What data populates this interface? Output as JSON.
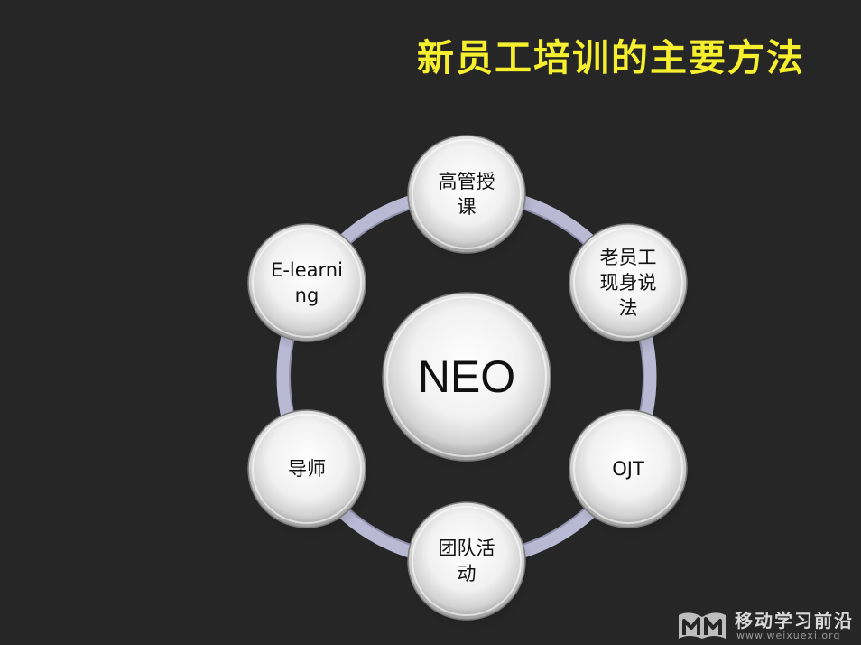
{
  "title": "新员工培训的主要方法",
  "diagram": {
    "center": {
      "label": "NEO"
    },
    "nodes": [
      {
        "label": "高管授课"
      },
      {
        "label": "老员工现身说法"
      },
      {
        "label": "OJT"
      },
      {
        "label": "团队活动"
      },
      {
        "label": "导师"
      },
      {
        "label": "E-learning"
      }
    ],
    "ring_color": "#b9b9d4"
  },
  "watermark": {
    "text": "移动学习前沿",
    "url": "www.weixuexi.org"
  },
  "colors": {
    "background": "#262626",
    "title": "#f5ef2e"
  }
}
